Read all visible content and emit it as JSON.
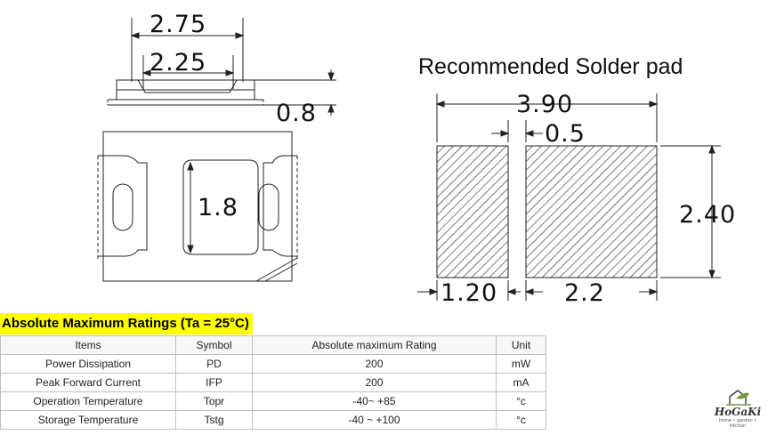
{
  "package_drawing": {
    "overall_width": "2.75",
    "lens_width": "2.25",
    "height": "0.8",
    "lens_height": "1.8"
  },
  "solder_pad": {
    "title": "Recommended Solder pad",
    "total_width": "3.90",
    "gap": "0.5",
    "pad_height": "2.40",
    "small_pad_width": "1.20",
    "large_pad_width": "2.2"
  },
  "ratings": {
    "heading": "Absolute Maximum Ratings (Ta = 25°C)",
    "heading_bg": "#ffff00",
    "columns": [
      "Items",
      "Symbol",
      "Absolute maximum Rating",
      "Unit"
    ],
    "rows": [
      [
        "Power Dissipation",
        "PD",
        "200",
        "mW"
      ],
      [
        "Peak Forward Current",
        "IFP",
        "200",
        "mA"
      ],
      [
        "Operation Temperature",
        "Topr",
        "-40~ +85",
        "°c"
      ],
      [
        "Storage Temperature",
        "Tstg",
        "-40 ~ +100",
        "°c"
      ]
    ]
  },
  "logo": {
    "word": "HoGaKi",
    "tagline": "home • garden • kitchen",
    "icon": "house-leaf-icon",
    "accent": "#6a9a3a"
  }
}
